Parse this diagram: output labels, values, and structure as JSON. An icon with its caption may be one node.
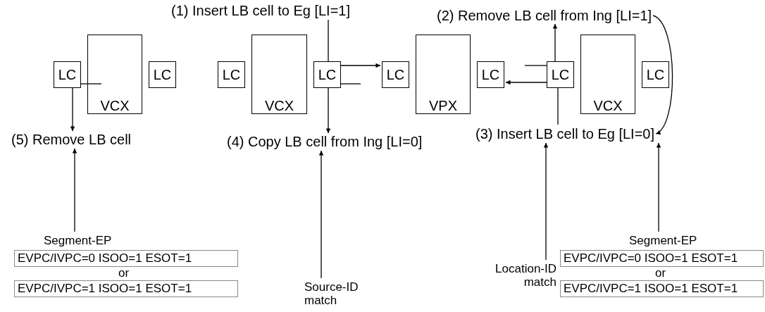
{
  "diagram": {
    "nodes": [
      {
        "text": [
          "LC"
        ]
      },
      {
        "text": [
          "VCX"
        ]
      },
      {
        "text": [
          "LC"
        ]
      },
      {
        "text": [
          "LC"
        ]
      },
      {
        "text": [
          "VCX"
        ]
      },
      {
        "text": [
          "LC"
        ]
      },
      {
        "text": [
          "LC"
        ]
      },
      {
        "text": [
          "VPX"
        ]
      },
      {
        "text": [
          "LC"
        ]
      },
      {
        "text": [
          "LC"
        ]
      },
      {
        "text": [
          "VCX"
        ]
      },
      {
        "text": [
          "LC"
        ]
      },
      {
        "text": [
          "(1) Insert LB cell to Eg [LI=1]"
        ]
      },
      {
        "text": [
          "(2) Remove LB cell from Ing [LI=1]"
        ]
      },
      {
        "text": [
          "(5) Remove LB cell"
        ]
      },
      {
        "text": [
          "(4) Copy LB cell from Ing [LI=0]"
        ]
      },
      {
        "text": [
          "(3) Insert LB cell to Eg [LI=0]"
        ]
      },
      {
        "text": [
          "Segment-EP"
        ]
      },
      {
        "text": [
          "EVPC/IVPC=0 ISOO=1 ESOT=1"
        ]
      },
      {
        "text": [
          "EVPC/IVPC=1 ISOO=1 ESOT=1"
        ]
      },
      {
        "text": [
          "Source-ID match"
        ]
      },
      {
        "text": [
          "Location-ID match"
        ]
      },
      {
        "text": [
          "Segment-EP"
        ]
      },
      {
        "text": [
          "EVPC/IVPC=0 ISOO=1 ESOT=1"
        ]
      },
      {
        "text": [
          "EVPC/IVPC=1 ISOO=1 ESOT=1"
        ]
      }
    ],
    "edges": [
      {
        "from": 1,
        "to": 0,
        "arrow": "none"
      },
      {
        "from": 0,
        "to": 14,
        "arrow": "to"
      },
      {
        "from": 12,
        "to": 5,
        "arrow": "none"
      },
      {
        "from": 5,
        "to": 6,
        "arrow": "to"
      },
      {
        "from": null,
        "to": 5,
        "arrow": "none"
      },
      {
        "from": 5,
        "to": 15,
        "arrow": "to"
      },
      {
        "from": null,
        "to": 9,
        "arrow": "none"
      },
      {
        "from": 9,
        "to": 13,
        "arrow": "to"
      },
      {
        "from": 16,
        "to": 9,
        "arrow": "none"
      },
      {
        "from": 9,
        "to": 8,
        "arrow": "to"
      },
      {
        "from": 13,
        "to": 16,
        "arrow": "to"
      },
      {
        "from": 17,
        "to": 14,
        "arrow": "to"
      },
      {
        "from": 20,
        "to": 15,
        "arrow": "to"
      },
      {
        "from": 21,
        "to": 16,
        "arrow": "to"
      },
      {
        "from": 22,
        "to": 16,
        "arrow": "to"
      }
    ],
    "labels": [
      "or",
      "or"
    ]
  }
}
